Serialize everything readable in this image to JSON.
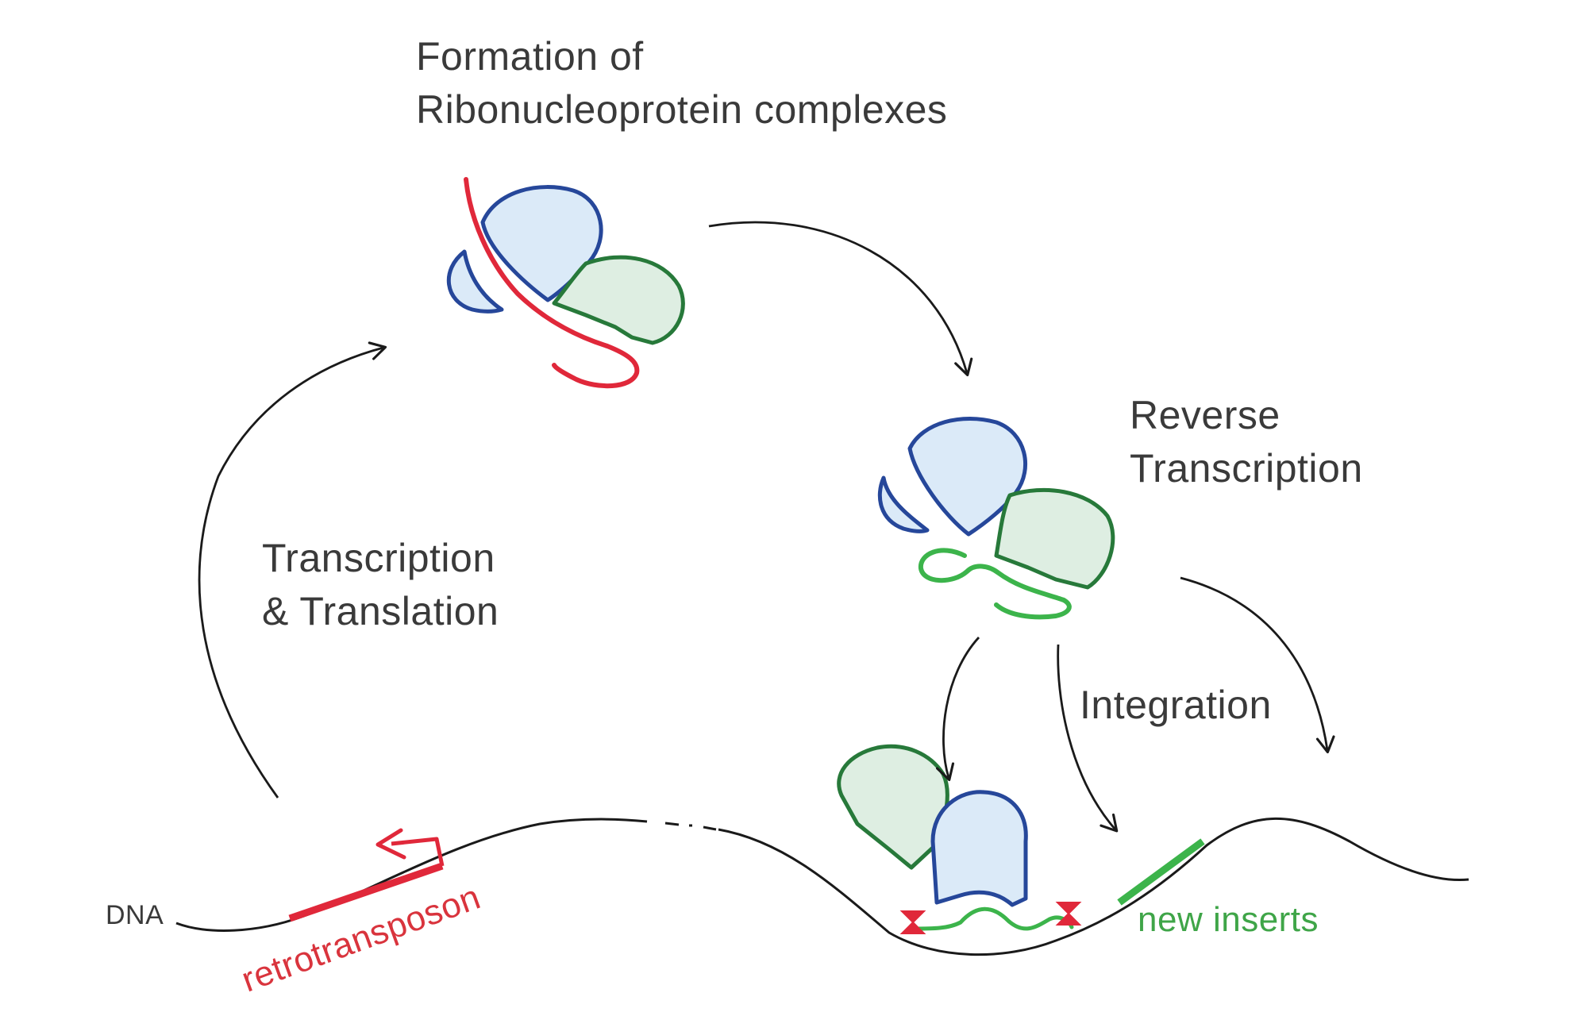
{
  "labels": {
    "formation_line1": "Formation of",
    "formation_line2": "Ribonucleoprotein complexes",
    "reverse_line1": "Reverse",
    "reverse_line2": "Transcription",
    "transcription_line1": "Transcription",
    "transcription_line2": "& Translation",
    "integration": "Integration",
    "dna": "DNA",
    "retrotransposon": "retrotransposon",
    "new_inserts": "new inserts"
  },
  "colors": {
    "rna": "#e0283a",
    "cdna": "#3cb44b",
    "protein_blue_stroke": "#26479a",
    "protein_blue_fill": "#dbeaf8",
    "protein_green_stroke": "#27793a",
    "protein_green_fill": "#deeee2",
    "arrow": "#1a1a1a",
    "text": "#3a3a3a"
  }
}
